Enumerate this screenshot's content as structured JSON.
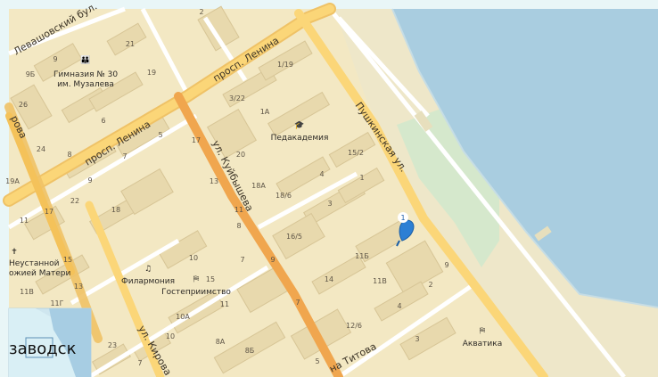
{
  "map": {
    "streets": {
      "levashovsky": "Левашовский бул.",
      "lenina_top": "просп. Ленина",
      "lenina_mid": "просп. Ленина",
      "pushkinskaya": "Пушкинская ул.",
      "kuybysheva": "ул. Куйбышева",
      "kirova_bottom": "ул. Кирова",
      "titova": "на Титова",
      "left_edge": "рова"
    },
    "pois": {
      "gymnasium": "Гимназия № 30\nим. Музалева",
      "gymnasium_line1": "Гимназия № 30",
      "gymnasium_line2": "им. Музалева",
      "pedakademiya": "Педакадемия",
      "filarmoniya": "Филармония",
      "gostepriimstvo": "Гостеприимство",
      "akvatika": "Акватика",
      "church_line1": "Неустанной",
      "church_line2": "ожией Матери"
    },
    "marker_label": "1",
    "minimap_label": "заводск",
    "house_numbers": [
      "2",
      "21",
      "9",
      "19",
      "9Б",
      "26",
      "6",
      "5",
      "24",
      "8",
      "17",
      "19А",
      "9",
      "3/22",
      "1А",
      "20",
      "1/19",
      "13",
      "18А",
      "18/6",
      "15/2",
      "4",
      "1",
      "3",
      "11",
      "16/5",
      "22",
      "18",
      "7",
      "11",
      "17",
      "15",
      "10",
      "15",
      "13",
      "11В",
      "11Г",
      "8",
      "7",
      "9",
      "11Б",
      "11В",
      "14",
      "2",
      "9",
      "10А",
      "11",
      "7",
      "4",
      "10",
      "8А",
      "8Б",
      "12/6",
      "5",
      "3",
      "23",
      "7"
    ]
  }
}
